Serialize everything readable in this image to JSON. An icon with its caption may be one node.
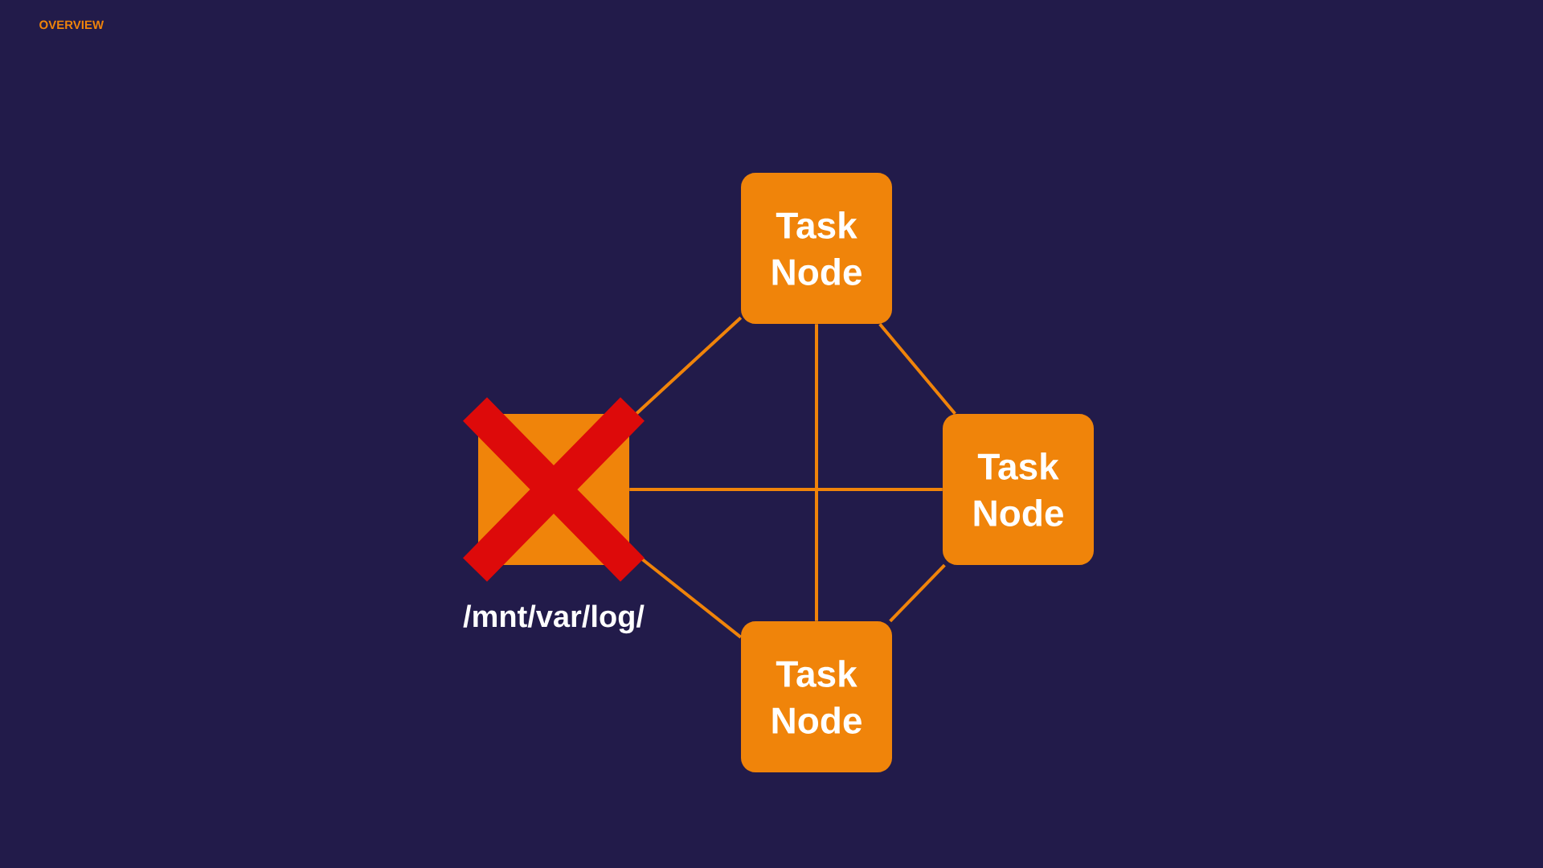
{
  "diagram": {
    "nodes": [
      {
        "text": [
          "Task Node"
        ]
      },
      {
        "text": [],
        "shape": "box",
        "beside": [
          "/mnt/var/log/"
        ]
      },
      {
        "text": [
          "Task Node"
        ]
      },
      {
        "text": [
          "Task Node"
        ]
      }
    ],
    "edges": [
      {
        "from": 1,
        "to": 0,
        "arrow": "none"
      },
      {
        "from": 0,
        "to": 2,
        "arrow": "none"
      },
      {
        "from": 0,
        "to": 3,
        "arrow": "none"
      },
      {
        "from": 1,
        "to": 2,
        "arrow": "none"
      },
      {
        "from": 1,
        "to": 3,
        "arrow": "none"
      },
      {
        "from": 2,
        "to": 3,
        "arrow": "none"
      }
    ],
    "labels": [
      "OVERVIEW"
    ]
  }
}
